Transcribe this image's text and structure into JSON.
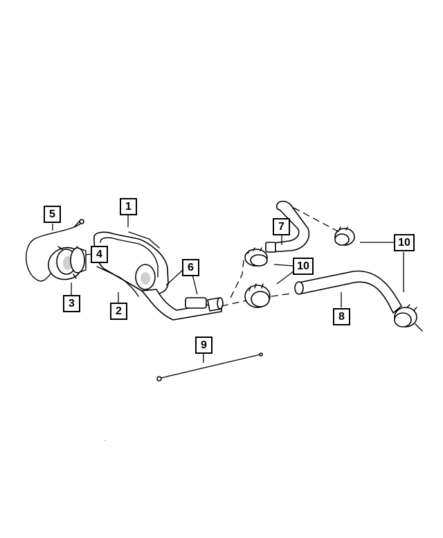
{
  "diagram": {
    "callouts": [
      {
        "id": "1",
        "label": "1"
      },
      {
        "id": "2",
        "label": "2"
      },
      {
        "id": "3",
        "label": "3"
      },
      {
        "id": "4",
        "label": "4"
      },
      {
        "id": "5",
        "label": "5"
      },
      {
        "id": "6",
        "label": "6"
      },
      {
        "id": "7",
        "label": "7"
      },
      {
        "id": "8",
        "label": "8"
      },
      {
        "id": "9",
        "label": "9"
      },
      {
        "id": "10a",
        "label": "10"
      },
      {
        "id": "10b",
        "label": "10"
      }
    ]
  }
}
